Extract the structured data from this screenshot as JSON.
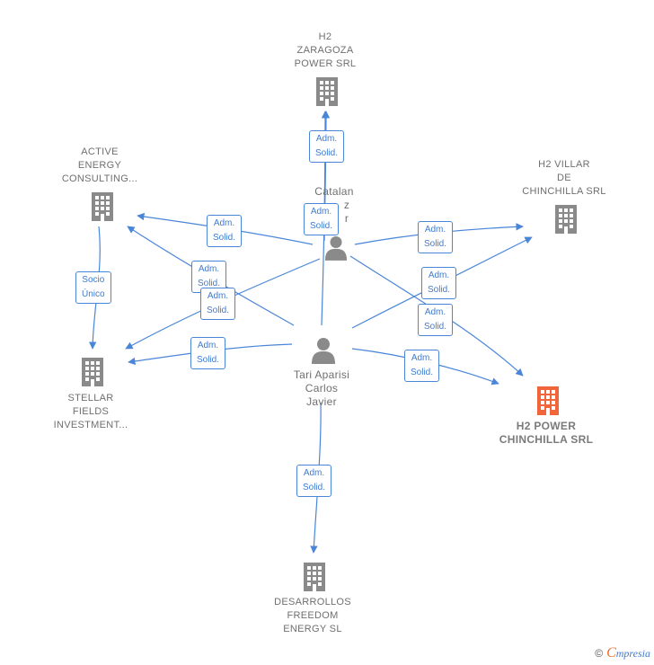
{
  "colors": {
    "edge": "#4a86d8",
    "company": "#8a8a8a",
    "highlight": "#f0663a",
    "person": "#8a8a8a"
  },
  "nodes": {
    "h2_zaragoza": {
      "lines": [
        "H2",
        "ZARAGOZA",
        "POWER SRL"
      ],
      "icon": "building-icon"
    },
    "active_energy": {
      "lines": [
        "ACTIVE",
        "ENERGY",
        "CONSULTING..."
      ],
      "icon": "building-icon"
    },
    "h2_villar": {
      "lines": [
        "H2 VILLAR",
        "DE",
        "CHINCHILLA SRL"
      ],
      "icon": "building-icon"
    },
    "stellar": {
      "lines": [
        "STELLAR",
        "FIELDS",
        "INVESTMENT..."
      ],
      "icon": "building-icon"
    },
    "h2_chinchilla": {
      "lines": [
        "H2 POWER",
        "CHINCHILLA SRL"
      ],
      "icon": "building-icon"
    },
    "desarrollos": {
      "lines": [
        "DESARROLLOS",
        "FREEDOM",
        "ENERGY SL"
      ],
      "icon": "building-icon"
    },
    "catalan": {
      "lines": [
        "Catalan",
        "z",
        "r"
      ],
      "icon": "person-icon"
    },
    "tari": {
      "lines": [
        "Tari Aparisi",
        "Carlos",
        "Javier"
      ],
      "icon": "person-icon"
    }
  },
  "edge_labels": {
    "adm_solid": "Adm.\nSolid.",
    "socio_unico": "Socio\nÚnico"
  },
  "footer": {
    "copyright": "©",
    "brand_first": "C",
    "brand_rest": "mpresia"
  }
}
